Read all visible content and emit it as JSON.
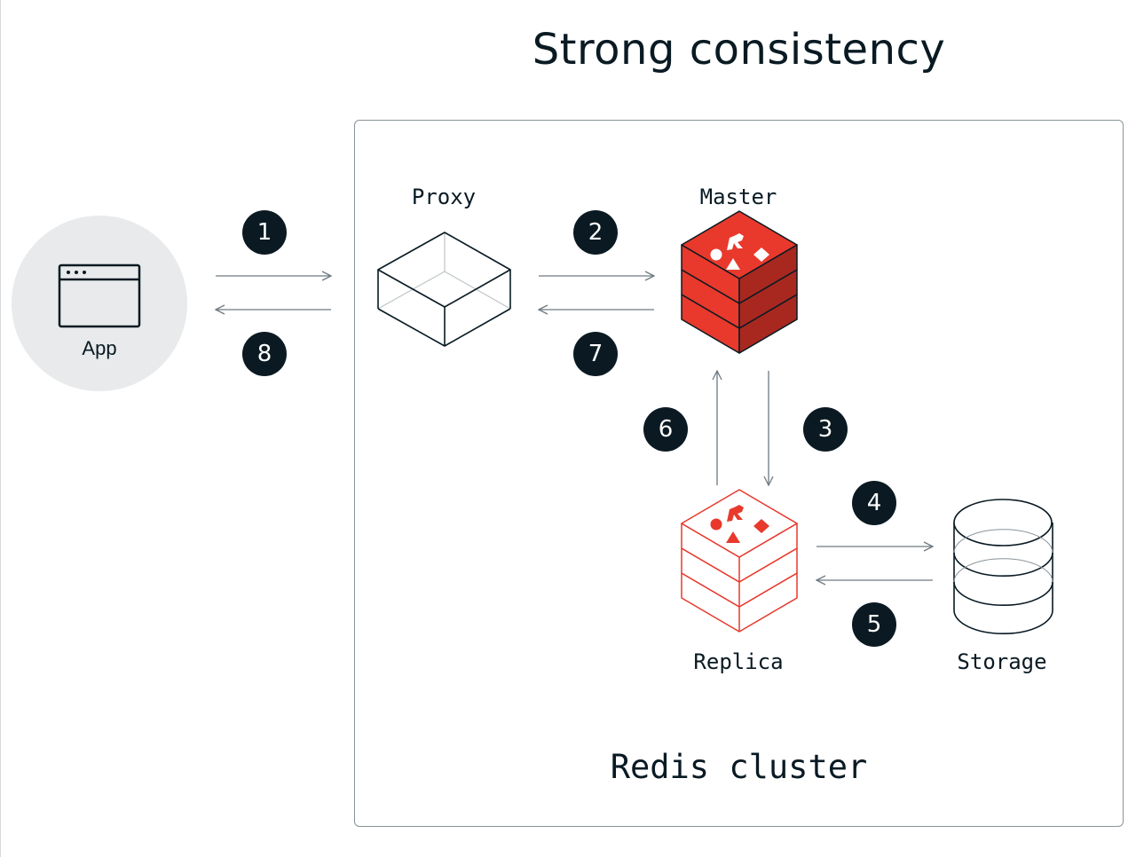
{
  "title": "Strong consistency",
  "cluster_label": "Redis cluster",
  "nodes": {
    "app": "App",
    "proxy": "Proxy",
    "master": "Master",
    "replica": "Replica",
    "storage": "Storage"
  },
  "steps": [
    "1",
    "2",
    "3",
    "4",
    "5",
    "6",
    "7",
    "8"
  ],
  "colors": {
    "badge": "#0b1a22",
    "arrow": "#6e7a81",
    "redis_red": "#e8392c",
    "redis_dark": "#a82820",
    "app_bg": "#e8eaeb"
  },
  "icons": {
    "app": "browser-window-icon",
    "proxy": "wireframe-box-icon",
    "master": "redis-stack-filled-icon",
    "replica": "redis-stack-outline-icon",
    "storage": "database-cylinder-icon"
  }
}
